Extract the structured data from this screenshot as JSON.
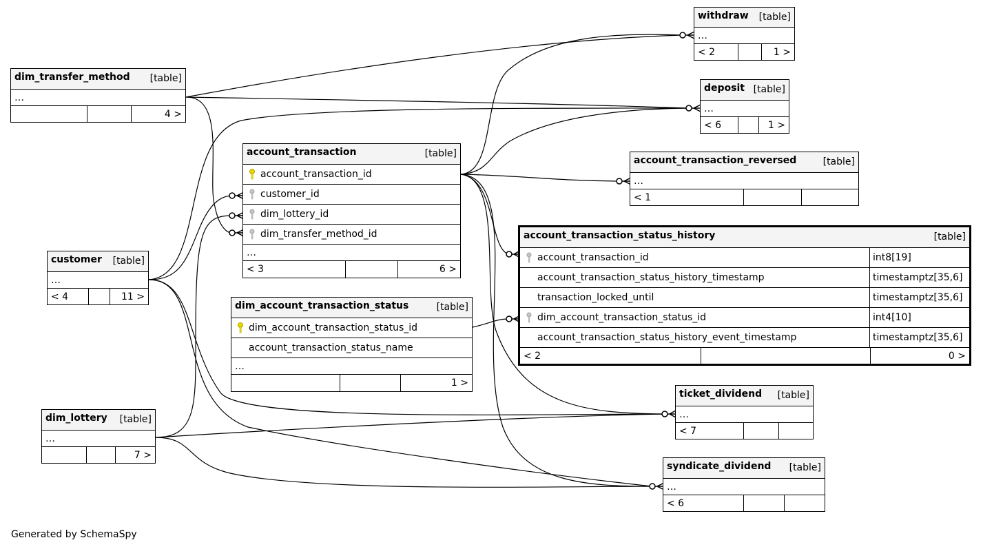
{
  "credit": "Generated by SchemaSpy",
  "tables": {
    "withdraw": {
      "name": "withdraw",
      "type": "[table]",
      "ellipsis": "…",
      "parents": "< 2",
      "mid": "",
      "children": "1 >"
    },
    "dim_transfer_method": {
      "name": "dim_transfer_method",
      "type": "[table]",
      "ellipsis": "…",
      "parents": "",
      "mid": "",
      "children": "4 >"
    },
    "deposit": {
      "name": "deposit",
      "type": "[table]",
      "ellipsis": "…",
      "parents": "< 6",
      "mid": "",
      "children": "1 >"
    },
    "account_transaction": {
      "name": "account_transaction",
      "type": "[table]",
      "columns": [
        "account_transaction_id",
        "customer_id",
        "dim_lottery_id",
        "dim_transfer_method_id"
      ],
      "ellipsis": "…",
      "parents": "< 3",
      "mid": "",
      "children": "6 >"
    },
    "account_transaction_reversed": {
      "name": "account_transaction_reversed",
      "type": "[table]",
      "ellipsis": "…",
      "parents": "< 1",
      "mid": "",
      "children": ""
    },
    "account_transaction_status_history": {
      "name": "account_transaction_status_history",
      "type": "[table]",
      "columns": [
        {
          "name": "account_transaction_id",
          "type": "int8[19]"
        },
        {
          "name": "account_transaction_status_history_timestamp",
          "type": "timestamptz[35,6]"
        },
        {
          "name": "transaction_locked_until",
          "type": "timestamptz[35,6]"
        },
        {
          "name": "dim_account_transaction_status_id",
          "type": "int4[10]"
        },
        {
          "name": "account_transaction_status_history_event_timestamp",
          "type": "timestamptz[35,6]"
        }
      ],
      "parents": "< 2",
      "mid": "",
      "children": "0 >"
    },
    "customer": {
      "name": "customer",
      "type": "[table]",
      "ellipsis": "…",
      "parents": "< 4",
      "mid": "",
      "children": "11 >"
    },
    "dim_account_transaction_status": {
      "name": "dim_account_transaction_status",
      "type": "[table]",
      "columns": [
        "dim_account_transaction_status_id",
        "account_transaction_status_name"
      ],
      "ellipsis": "…",
      "parents": "",
      "mid": "",
      "children": "1 >"
    },
    "ticket_dividend": {
      "name": "ticket_dividend",
      "type": "[table]",
      "ellipsis": "…",
      "parents": "< 7",
      "mid": "",
      "children": ""
    },
    "dim_lottery": {
      "name": "dim_lottery",
      "type": "[table]",
      "ellipsis": "…",
      "parents": "",
      "mid": "",
      "children": "7 >"
    },
    "syndicate_dividend": {
      "name": "syndicate_dividend",
      "type": "[table]",
      "ellipsis": "…",
      "parents": "< 6",
      "mid": "",
      "children": ""
    }
  },
  "colors": {
    "primary_key": "#e6d800",
    "foreign_key": "#b0b0b0",
    "header_bg": "#f4f4f4",
    "line": "#000000"
  },
  "icons": {
    "primary_key": "key-icon",
    "foreign_key": "key-icon"
  }
}
